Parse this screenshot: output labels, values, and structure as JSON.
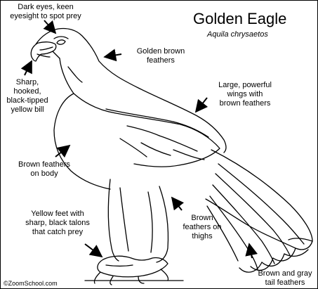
{
  "title": "Golden Eagle",
  "scientific_name": "Aquila chrysaetos",
  "labels": {
    "eyes": "Dark eyes, keen\neyesight to spot prey",
    "feathers": "Golden brown\nfeathers",
    "bill": "Sharp,\nhooked,\nblack-tipped\nyellow bill",
    "wings": "Large, powerful\nwings with\nbrown feathers",
    "body": "Brown feathers\non body",
    "feet": "Yellow feet with\nsharp, black talons\nthat catch prey",
    "thighs": "Brown\nfeathers on\nthighs",
    "tail": "Brown and gray\ntail feathers"
  },
  "copyright": "©ZoomSchool.com"
}
